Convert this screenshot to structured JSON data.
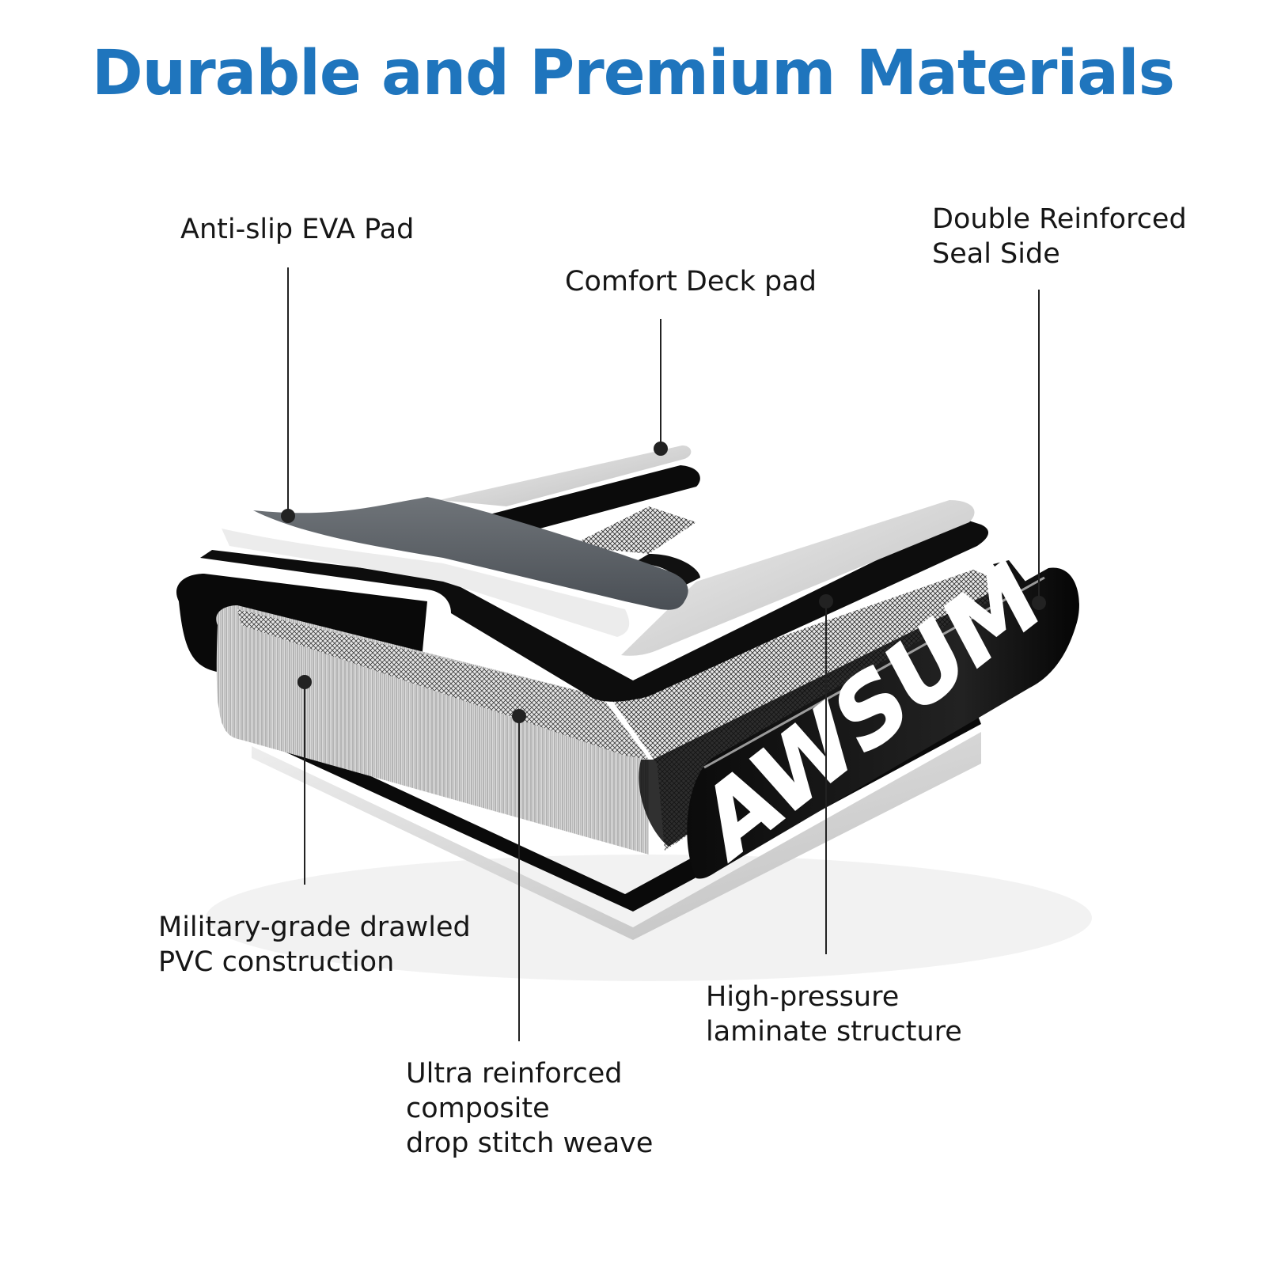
{
  "title": "Durable and Premium Materials",
  "colors": {
    "title": "#1f75bd",
    "text": "#161616",
    "leader": "#222222"
  },
  "brand_mark": "AWSUM",
  "callouts": {
    "anti_slip": {
      "lines": [
        "Anti-slip EVA Pad"
      ]
    },
    "comfort_deck": {
      "lines": [
        "Comfort Deck pad"
      ]
    },
    "seal_side": {
      "lines": [
        "Double Reinforced",
        "Seal Side"
      ]
    },
    "military_pvc": {
      "lines": [
        "Military-grade drawled",
        "PVC construction"
      ]
    },
    "drop_stitch": {
      "lines": [
        "Ultra reinforced",
        "composite",
        "drop stitch weave"
      ]
    },
    "laminate": {
      "lines": [
        "High-pressure",
        "laminate structure"
      ]
    }
  }
}
